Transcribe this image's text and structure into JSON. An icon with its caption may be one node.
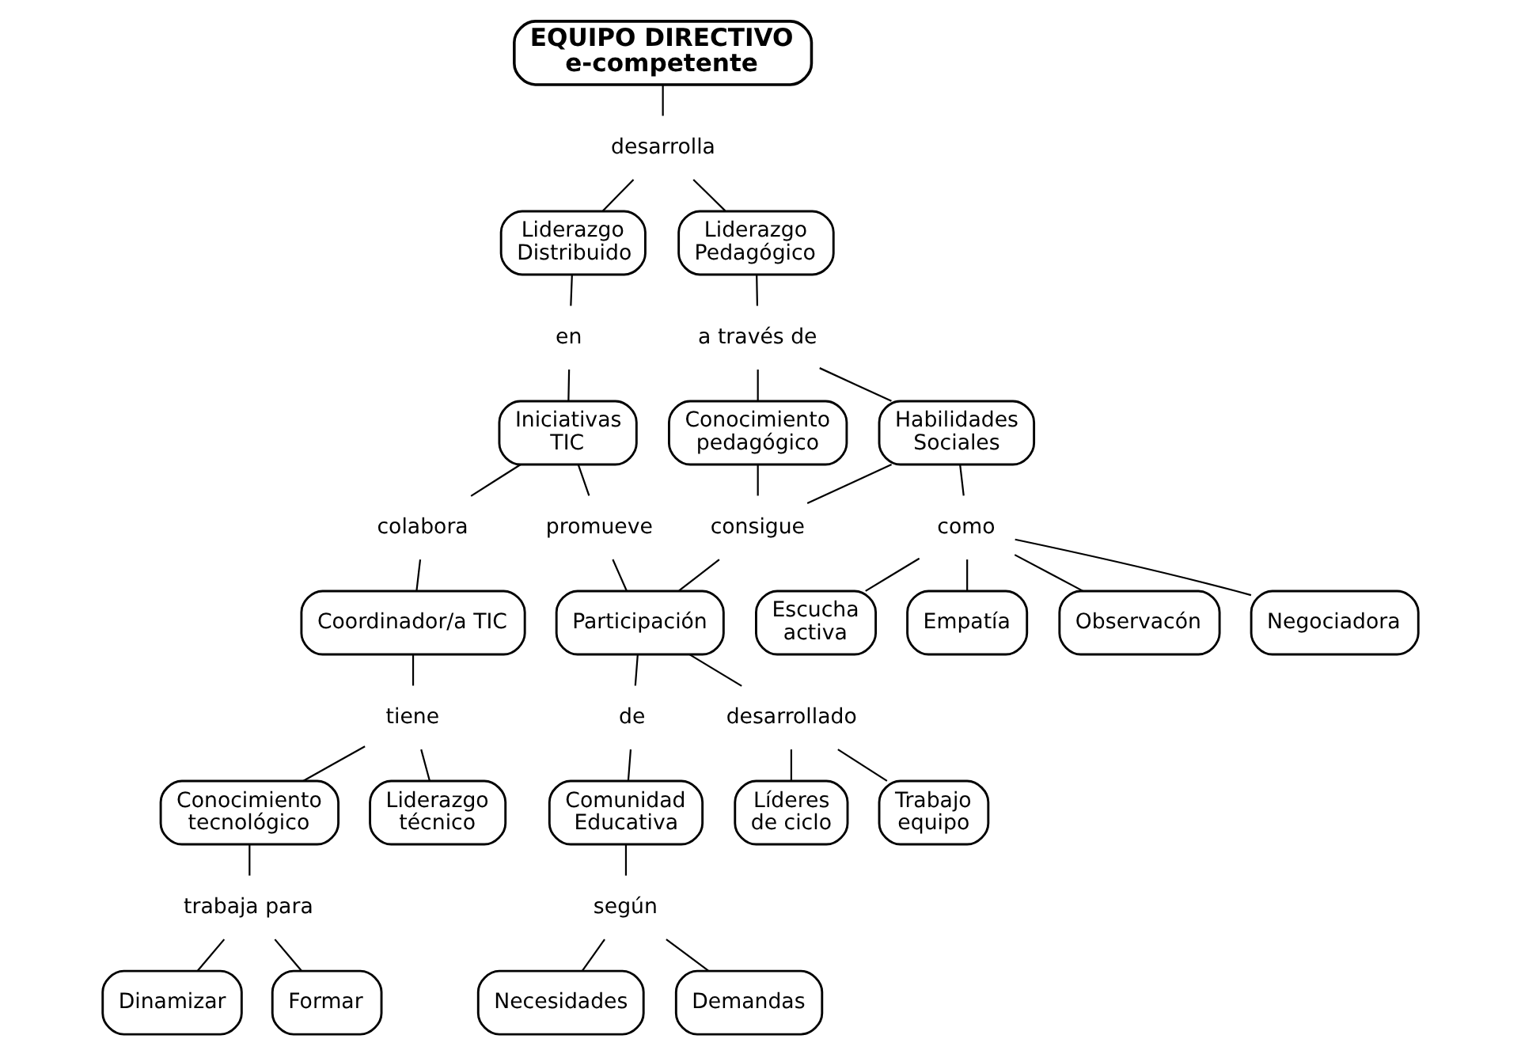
{
  "diagram": {
    "nodes": [
      {
        "text": [
          "EQUIPO DIRECTIVO e-competente"
        ]
      },
      {
        "text": [
          "desarrolla"
        ]
      },
      {
        "text": [
          "Liderazgo Distribuido"
        ]
      },
      {
        "text": [
          "Liderazgo Pedagógico"
        ]
      },
      {
        "text": [
          "en"
        ]
      },
      {
        "text": [
          "a través de"
        ]
      },
      {
        "text": [
          "Iniciativas TIC"
        ]
      },
      {
        "text": [
          "Conocimiento pedagógico"
        ]
      },
      {
        "text": [
          "Habilidades Sociales"
        ]
      },
      {
        "text": [
          "colabora"
        ]
      },
      {
        "text": [
          "promueve"
        ]
      },
      {
        "text": [
          "consigue"
        ]
      },
      {
        "text": [
          "como"
        ]
      },
      {
        "text": [
          "Escucha activa"
        ]
      },
      {
        "text": [
          "Coordinador/a TIC"
        ]
      },
      {
        "text": [
          "Empatía"
        ]
      },
      {
        "text": [
          "Participación"
        ]
      },
      {
        "text": [
          "tiene"
        ]
      },
      {
        "text": [
          "de"
        ]
      },
      {
        "text": [
          "desarrollado"
        ]
      },
      {
        "text": [
          "Observacón"
        ]
      },
      {
        "text": [
          "Negociadora"
        ]
      },
      {
        "text": [
          "Conocimiento tecnológico"
        ]
      },
      {
        "text": [
          "Liderazgo técnico"
        ]
      },
      {
        "text": [
          "Comunidad Educativa"
        ]
      },
      {
        "text": [
          "Líderes de ciclo"
        ]
      },
      {
        "text": [
          "Trabajo equipo"
        ]
      },
      {
        "text": [
          "trabaja para"
        ]
      },
      {
        "text": [
          "según"
        ]
      },
      {
        "text": [
          "Dinamizar"
        ]
      },
      {
        "text": [
          "Formar"
        ]
      },
      {
        "text": [
          "Necesidades"
        ]
      },
      {
        "text": [
          "Demandas"
        ]
      }
    ],
    "edges": [
      {
        "from": 0,
        "to": 1,
        "arrow": "none"
      },
      {
        "from": 1,
        "to": 2,
        "arrow": "none"
      },
      {
        "from": 1,
        "to": 3,
        "arrow": "none"
      },
      {
        "from": 2,
        "to": 4,
        "arrow": "none"
      },
      {
        "from": 4,
        "to": 6,
        "arrow": "none"
      },
      {
        "from": 3,
        "to": 5,
        "arrow": "none"
      },
      {
        "from": 5,
        "to": 7,
        "arrow": "none"
      },
      {
        "from": 5,
        "to": 8,
        "arrow": "none"
      },
      {
        "from": 6,
        "to": 9,
        "arrow": "none"
      },
      {
        "from": 9,
        "to": 14,
        "arrow": "none"
      },
      {
        "from": 6,
        "to": 10,
        "arrow": "none"
      },
      {
        "from": 10,
        "to": 16,
        "arrow": "none"
      },
      {
        "from": 7,
        "to": 11,
        "arrow": "none"
      },
      {
        "from": 8,
        "to": 11,
        "arrow": "none"
      },
      {
        "from": 11,
        "to": 16,
        "arrow": "none"
      },
      {
        "from": 8,
        "to": 12,
        "arrow": "none"
      },
      {
        "from": 12,
        "to": 15,
        "arrow": "none"
      },
      {
        "from": 12,
        "to": 13,
        "arrow": "none"
      },
      {
        "from": 12,
        "to": 20,
        "arrow": "none"
      },
      {
        "from": 12,
        "to": 21,
        "arrow": "none"
      },
      {
        "from": 14,
        "to": 17,
        "arrow": "none"
      },
      {
        "from": 17,
        "to": 22,
        "arrow": "none"
      },
      {
        "from": 17,
        "to": 23,
        "arrow": "none"
      },
      {
        "from": 16,
        "to": 18,
        "arrow": "none"
      },
      {
        "from": 18,
        "to": 24,
        "arrow": "none"
      },
      {
        "from": 16,
        "to": 19,
        "arrow": "none"
      },
      {
        "from": 19,
        "to": 25,
        "arrow": "none"
      },
      {
        "from": 19,
        "to": 26,
        "arrow": "none"
      },
      {
        "from": 22,
        "to": 27,
        "arrow": "none"
      },
      {
        "from": 27,
        "to": 29,
        "arrow": "none"
      },
      {
        "from": 27,
        "to": 30,
        "arrow": "none"
      },
      {
        "from": 24,
        "to": 28,
        "arrow": "none"
      },
      {
        "from": 28,
        "to": 31,
        "arrow": "none"
      },
      {
        "from": 28,
        "to": 32,
        "arrow": "none"
      }
    ]
  }
}
